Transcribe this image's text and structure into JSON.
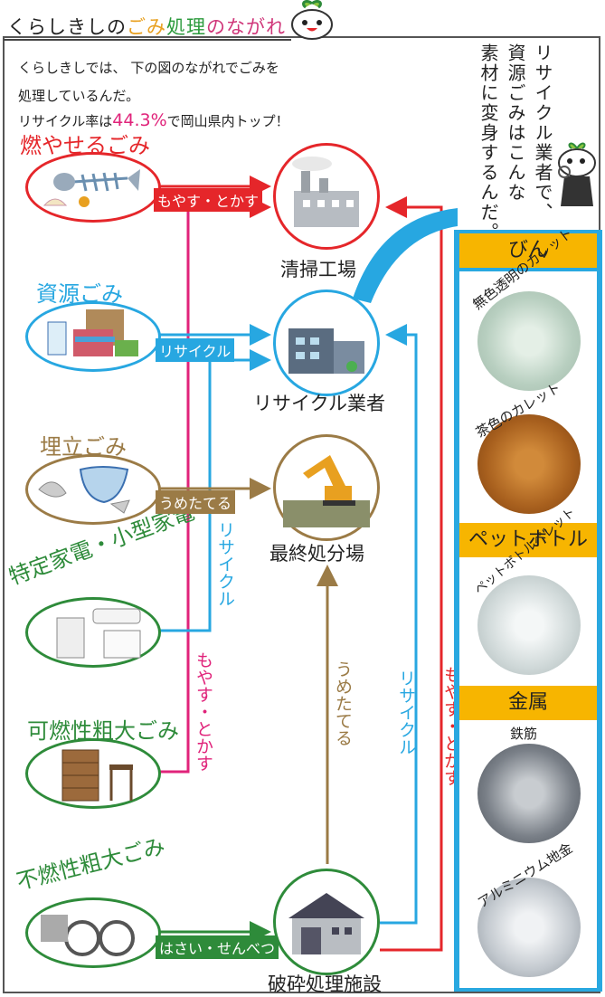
{
  "title": {
    "part1": "くらしきしの",
    "part2": "ごみ",
    "part3": "処理",
    "part4": "のながれ"
  },
  "intro": {
    "line1": "くらしきしでは、 下の図のながれでごみを",
    "line2": "処理しているんだ。",
    "line3a": "リサイクル率は",
    "line3b": "44.3%",
    "line3c": "で岡山県内トップ！"
  },
  "side_note": {
    "col1": "リサイクル業者で、",
    "col2": "資源ごみはこんな",
    "col3": "素材に変身するんだ。"
  },
  "categories": {
    "burnable": "燃やせるごみ",
    "resource": "資源ごみ",
    "landfill": "埋立ごみ",
    "appliance": "特定家電・小型家電",
    "bulky_burn": "可燃性粗大ごみ",
    "bulky_nonburn": "不燃性粗大ごみ"
  },
  "facilities": {
    "cleaning": "清掃工場",
    "recycler": "リサイクル業者",
    "landfill_site": "最終処分場",
    "crusher": "破砕処理施設"
  },
  "flows": {
    "burn_melt": "もやす・とかす",
    "recycle": "リサイクル",
    "bury": "うめたてる",
    "appliance_recycle": "リサイクル",
    "bulky_burn_melt": "もやす・とかす",
    "crush_bury": "うめたてる",
    "crush_recycle": "リサイクル",
    "crush_burn": "もやす・とかす",
    "crush_sort": "はさい・せんべつ"
  },
  "materials": {
    "bin_header": "びん",
    "cullet_clear": "無色透明のカレット",
    "cullet_brown": "茶色のカレット",
    "pet_header": "ペットボトル",
    "pet_pellet": "ペットボトルペレット",
    "metal_header": "金属",
    "rebar": "鉄筋",
    "aluminum": "アルミニウム地金"
  },
  "colors": {
    "red": "#e5262a",
    "blue": "#27a7e1",
    "brown": "#9b7b46",
    "green": "#2e8b3a",
    "magenta": "#e0237a",
    "orange": "#e8a020"
  },
  "icons": {
    "mascot": "mascot-character-icon",
    "fish_bone": "fish-bone-icon",
    "factory": "factory-icon",
    "recycle_building": "recycle-company-icon",
    "landfill": "excavator-landfill-icon",
    "crusher": "crushing-facility-icon"
  }
}
